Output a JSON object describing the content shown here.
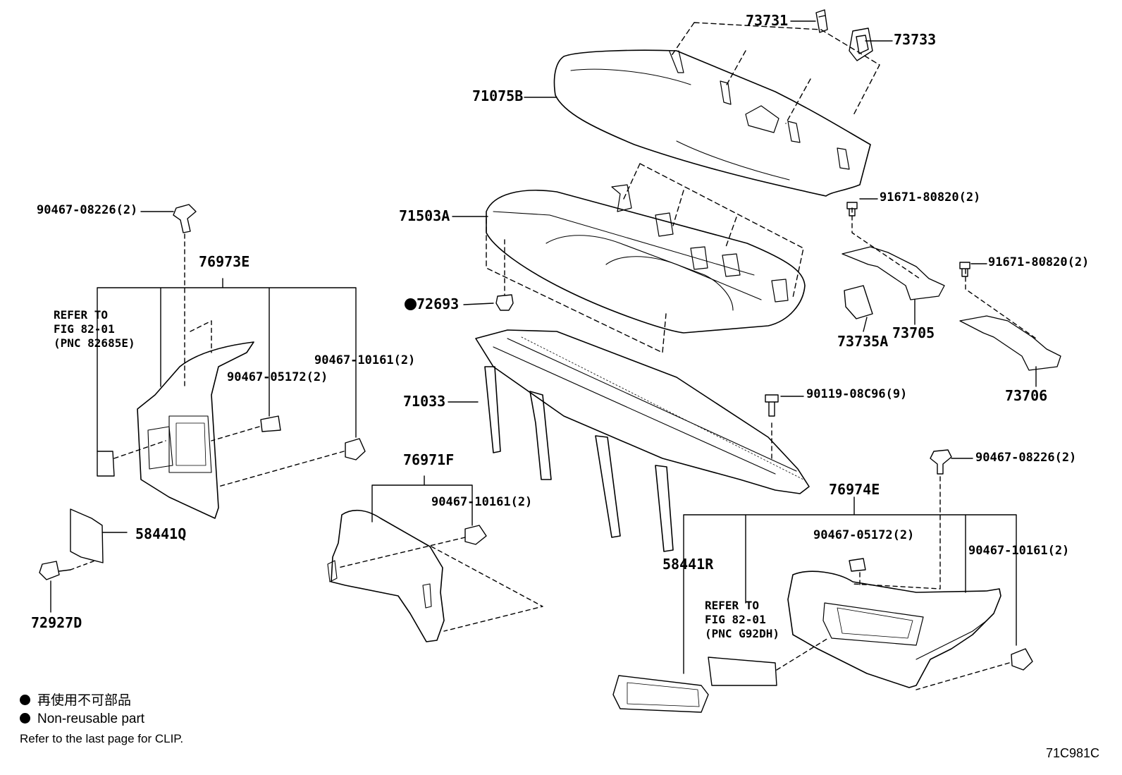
{
  "labels": {
    "p73731": "73731",
    "p73733": "73733",
    "p71075B": "71075B",
    "p71503A": "71503A",
    "p72693": "72693",
    "p71033": "71033",
    "p76971F": "76971F",
    "p76973E": "76973E",
    "p76974E": "76974E",
    "p73735A": "73735A",
    "p73705": "73705",
    "p73706": "73706",
    "p58441Q": "58441Q",
    "p58441R": "58441R",
    "p72927D": "72927D",
    "c90467_08226_left": "90467-08226(2)",
    "c90467_08226_right": "90467-08226(2)",
    "c90467_05172_left": "90467-05172(2)",
    "c90467_05172_right": "90467-05172(2)",
    "c90467_10161_left": "90467-10161(2)",
    "c90467_10161_center": "90467-10161(2)",
    "c90467_10161_right": "90467-10161(2)",
    "b91671_80820_a": "91671-80820(2)",
    "b91671_80820_b": "91671-80820(2)",
    "b90119_08C96": "90119-08C96(9)"
  },
  "refer_left": "REFER TO\nFIG 82-01\n(PNC 82685E)",
  "refer_right": "REFER TO\nFIG 82-01\n(PNC G92DH)",
  "legend": {
    "japanese": "再使用不可部品",
    "english": "Non-reusable part",
    "clip_note": "Refer to the last page for CLIP."
  },
  "figure_code": "71C981C"
}
